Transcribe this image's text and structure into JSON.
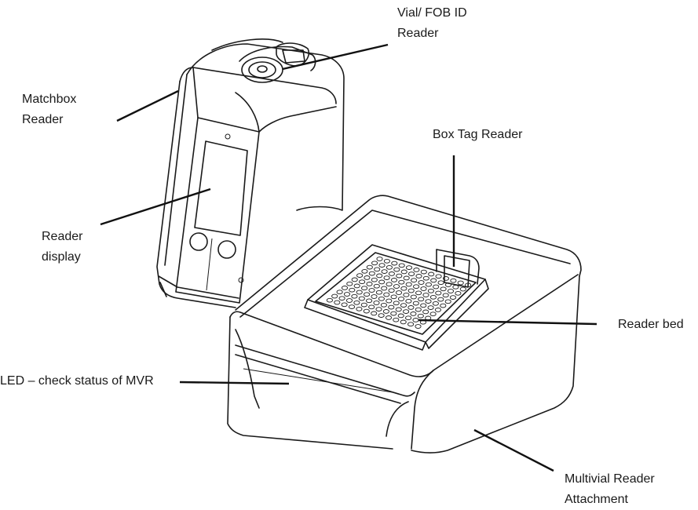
{
  "labels": {
    "vial_fob": "Vial/ FOB ID\nReader",
    "matchbox": "Matchbox\nReader",
    "box_tag": "Box Tag Reader",
    "reader_display": "Reader\ndisplay",
    "reader_bed": "Reader bed",
    "led": "LED  – check status of MVR",
    "multivial": "Multivial Reader\nAttachment"
  },
  "colors": {
    "line": "#1a1a1a",
    "background": "#ffffff"
  }
}
